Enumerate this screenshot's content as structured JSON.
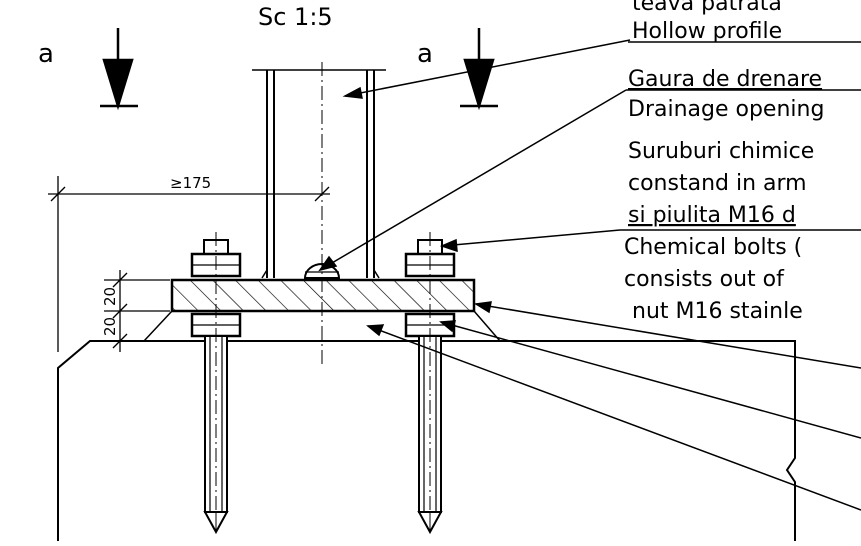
{
  "drawing": {
    "scale": "Sc 1:5",
    "section_mark_left": "a",
    "section_mark_right": "a",
    "dimensions": {
      "edge_distance": "≥175",
      "plate_thickness": "20",
      "grout_thickness": "20"
    },
    "labels": {
      "profile_ro": "teava patrata",
      "profile_en": "Hollow profile",
      "drain_ro": "Gaura de drenare",
      "drain_en": "Drainage opening",
      "bolts_ro_1": "Suruburi chimice",
      "bolts_ro_2": "constand in arm",
      "bolts_ro_3": "si piulita M16 d",
      "bolts_en_1": "Chemical bolts (",
      "bolts_en_2": "consists out of",
      "bolts_en_3": "nut M16 stainle"
    }
  }
}
